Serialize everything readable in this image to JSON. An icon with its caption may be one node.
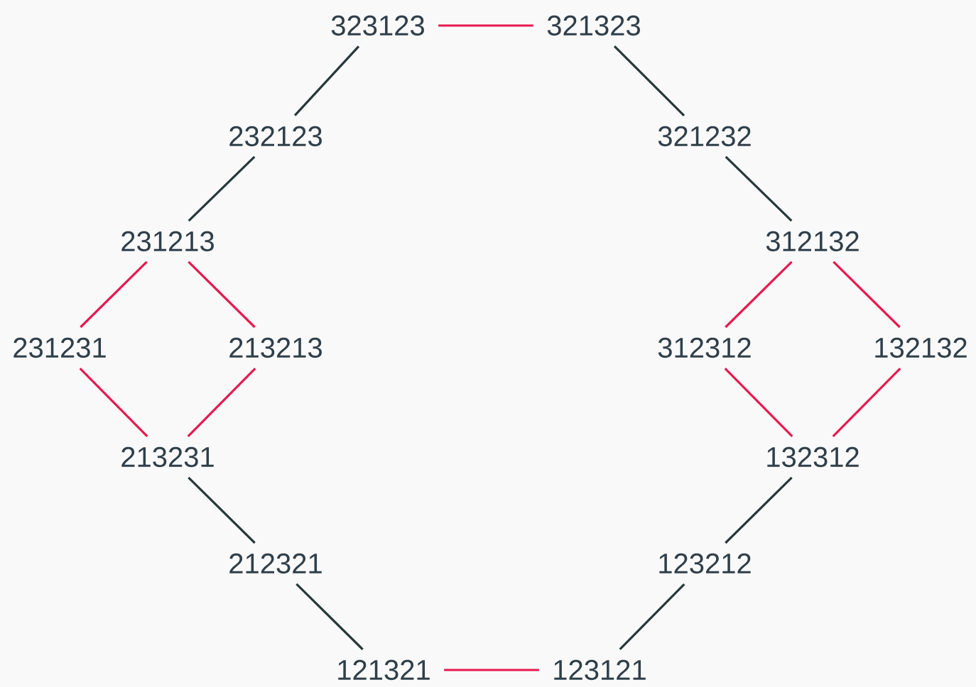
{
  "diagram": {
    "nodes": [
      {
        "text": [
          "323123"
        ]
      },
      {
        "text": [
          "321323"
        ]
      },
      {
        "text": [
          "232123"
        ]
      },
      {
        "text": [
          "321232"
        ]
      },
      {
        "text": [
          "231213"
        ]
      },
      {
        "text": [
          "312132"
        ]
      },
      {
        "text": [
          "231231"
        ]
      },
      {
        "text": [
          "213213"
        ]
      },
      {
        "text": [
          "312312"
        ]
      },
      {
        "text": [
          "132132"
        ]
      },
      {
        "text": [
          "213231"
        ]
      },
      {
        "text": [
          "132312"
        ]
      },
      {
        "text": [
          "212321"
        ]
      },
      {
        "text": [
          "123212"
        ]
      },
      {
        "text": [
          "121321"
        ]
      },
      {
        "text": [
          "123121"
        ]
      }
    ],
    "edges": [
      {
        "from": 0,
        "to": 1,
        "arrow": "none"
      },
      {
        "from": 0,
        "to": 2,
        "arrow": "none",
        "color": "#26383a"
      },
      {
        "from": 1,
        "to": 3,
        "arrow": "none",
        "color": "#26383a"
      },
      {
        "from": 2,
        "to": 4,
        "arrow": "none",
        "color": "#26383a"
      },
      {
        "from": 3,
        "to": 5,
        "arrow": "none",
        "color": "#26383a"
      },
      {
        "from": 4,
        "to": 6,
        "arrow": "none"
      },
      {
        "from": 4,
        "to": 7,
        "arrow": "none"
      },
      {
        "from": 5,
        "to": 8,
        "arrow": "none"
      },
      {
        "from": 5,
        "to": 9,
        "arrow": "none"
      },
      {
        "from": 6,
        "to": 10,
        "arrow": "none"
      },
      {
        "from": 7,
        "to": 10,
        "arrow": "none"
      },
      {
        "from": 8,
        "to": 11,
        "arrow": "none"
      },
      {
        "from": 9,
        "to": 11,
        "arrow": "none"
      },
      {
        "from": 10,
        "to": 12,
        "arrow": "none",
        "color": "#26383a"
      },
      {
        "from": 11,
        "to": 13,
        "arrow": "none",
        "color": "#26383a"
      },
      {
        "from": 12,
        "to": 14,
        "arrow": "none",
        "color": "#26383a"
      },
      {
        "from": 13,
        "to": 15,
        "arrow": "none",
        "color": "#26383a"
      },
      {
        "from": 14,
        "to": 15,
        "arrow": "none"
      }
    ]
  }
}
